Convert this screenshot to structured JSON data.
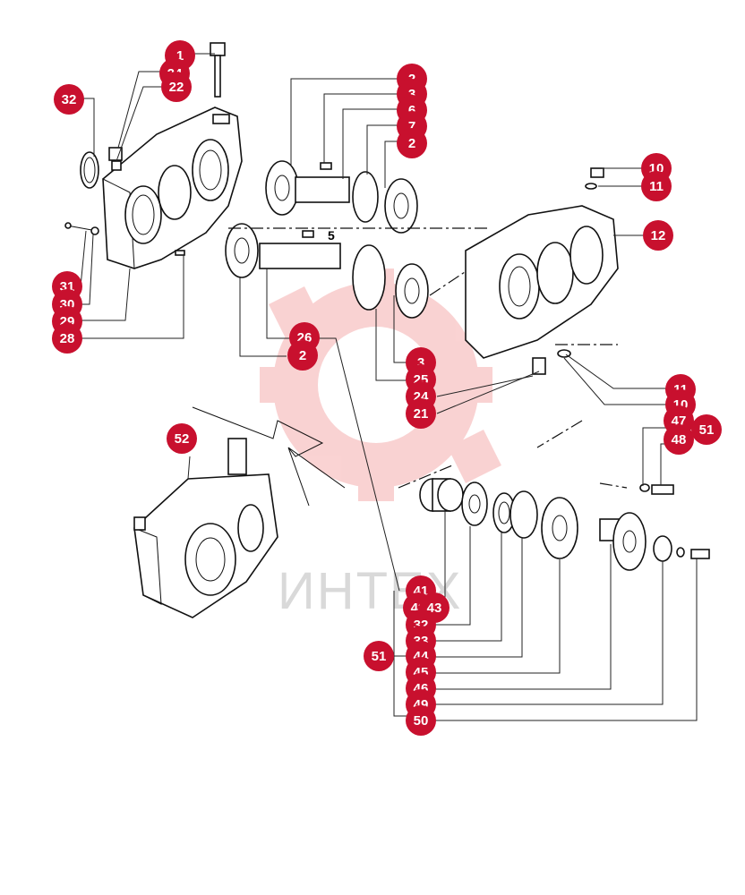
{
  "diagram": {
    "watermark": "ИНТЕХ",
    "brand_color": "#c8102e",
    "callouts": [
      {
        "id": "c1",
        "label": "1"
      },
      {
        "id": "c24a",
        "label": "24"
      },
      {
        "id": "c22",
        "label": "22"
      },
      {
        "id": "c32a",
        "label": "32"
      },
      {
        "id": "c2a",
        "label": "2"
      },
      {
        "id": "c3a",
        "label": "3"
      },
      {
        "id": "c6",
        "label": "6"
      },
      {
        "id": "c7",
        "label": "7"
      },
      {
        "id": "c2b",
        "label": "2"
      },
      {
        "id": "c10",
        "label": "10"
      },
      {
        "id": "c11a",
        "label": "11"
      },
      {
        "id": "c12",
        "label": "12"
      },
      {
        "id": "c31",
        "label": "31"
      },
      {
        "id": "c30",
        "label": "30"
      },
      {
        "id": "c29",
        "label": "29"
      },
      {
        "id": "c28",
        "label": "28"
      },
      {
        "id": "c26",
        "label": "26"
      },
      {
        "id": "c2c",
        "label": "2"
      },
      {
        "id": "c3b",
        "label": "3"
      },
      {
        "id": "c25",
        "label": "25"
      },
      {
        "id": "c24b",
        "label": "24"
      },
      {
        "id": "c21",
        "label": "21"
      },
      {
        "id": "c11b",
        "label": "11"
      },
      {
        "id": "c10b",
        "label": "10"
      },
      {
        "id": "c47",
        "label": "47"
      },
      {
        "id": "c51a",
        "label": "51"
      },
      {
        "id": "c48",
        "label": "48"
      },
      {
        "id": "c52",
        "label": "52"
      },
      {
        "id": "c41",
        "label": "41"
      },
      {
        "id": "c42",
        "label": "42"
      },
      {
        "id": "c43",
        "label": "43"
      },
      {
        "id": "c32b",
        "label": "32"
      },
      {
        "id": "c33",
        "label": "33"
      },
      {
        "id": "c51b",
        "label": "51"
      },
      {
        "id": "c44",
        "label": "44"
      },
      {
        "id": "c45",
        "label": "45"
      },
      {
        "id": "c46",
        "label": "46"
      },
      {
        "id": "c49",
        "label": "49"
      },
      {
        "id": "c50",
        "label": "50"
      }
    ],
    "plain_labels": [
      {
        "id": "p5",
        "label": "5"
      }
    ]
  }
}
